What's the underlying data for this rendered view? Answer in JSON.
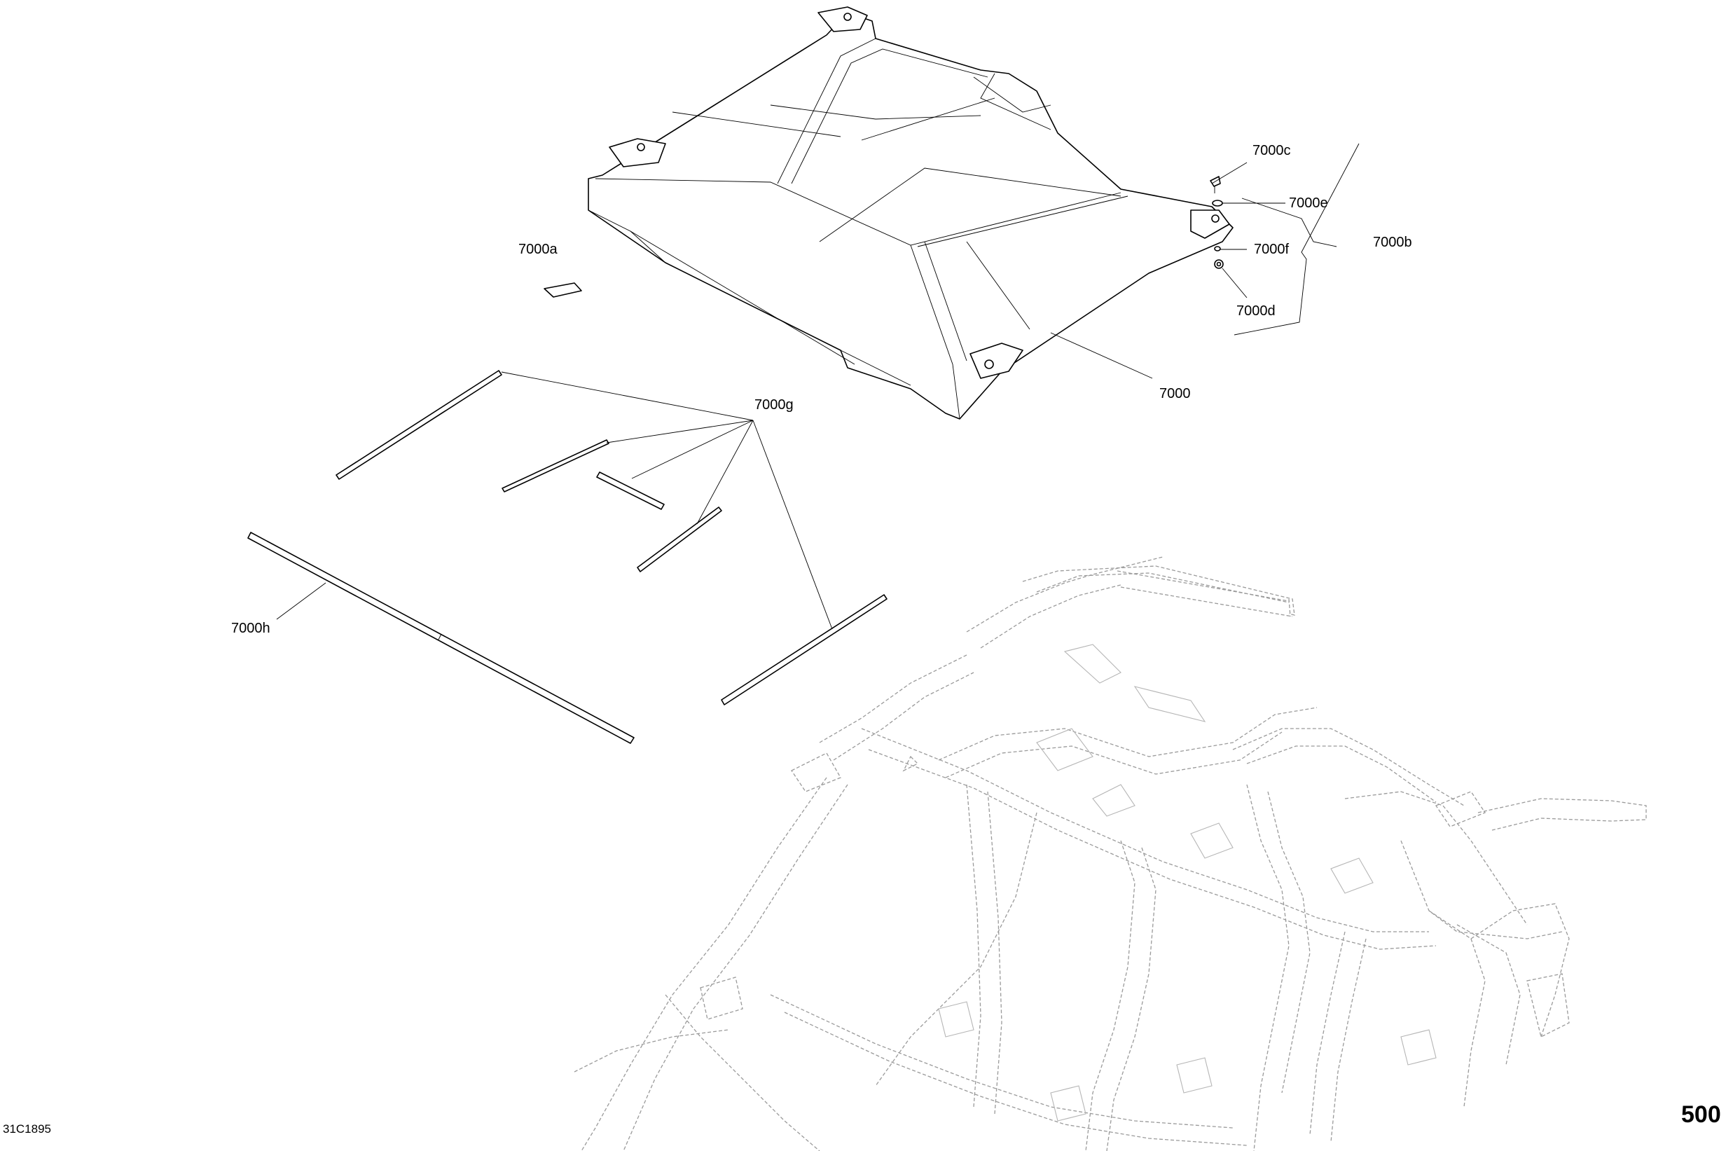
{
  "diagram": {
    "callouts": {
      "c7000": "7000",
      "c7000a": "7000a",
      "c7000b": "7000b",
      "c7000c": "7000c",
      "c7000d": "7000d",
      "c7000e": "7000e",
      "c7000f": "7000f",
      "c7000g": "7000g",
      "c7000h": "7000h"
    },
    "doc_id": "31C1895",
    "page_number": "500"
  }
}
